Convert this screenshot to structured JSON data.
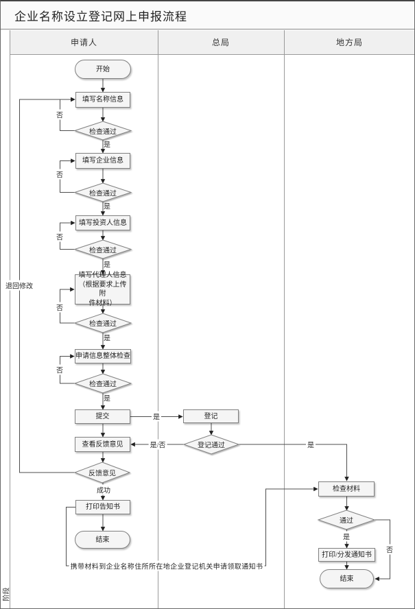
{
  "title": "企业名称设立登记网上申报流程",
  "stage_label": "阶段",
  "lanes": [
    {
      "label": "申请人"
    },
    {
      "label": "总局"
    },
    {
      "label": "地方局"
    }
  ],
  "nodes": {
    "start": {
      "label": "开始",
      "type": "terminator"
    },
    "fill_name": {
      "label": "填写名称信息",
      "type": "process"
    },
    "check_name": {
      "label": "检查通过",
      "type": "decision"
    },
    "fill_company": {
      "label": "填写企业信息",
      "type": "process"
    },
    "check_company": {
      "label": "检查通过",
      "type": "decision"
    },
    "fill_investor": {
      "label": "填写投资人信息",
      "type": "process"
    },
    "check_investor": {
      "label": "检查通过",
      "type": "decision"
    },
    "fill_agent": {
      "lines": [
        "填写代理人信息",
        "（根据要求上传附",
        "件材料）"
      ],
      "type": "process"
    },
    "check_agent": {
      "label": "检查通过",
      "type": "decision"
    },
    "overall_check": {
      "label": "申请信息整体检查",
      "type": "process"
    },
    "check_overall": {
      "label": "检查通过",
      "type": "decision"
    },
    "submit": {
      "label": "提交",
      "type": "process"
    },
    "view_feedback": {
      "label": "查看反馈意见",
      "type": "process"
    },
    "feedback": {
      "label": "反馈意见",
      "type": "decision"
    },
    "print_notice": {
      "label": "打印告知书",
      "type": "process"
    },
    "end_applicant": {
      "label": "结束",
      "type": "terminator"
    },
    "register": {
      "label": "登记",
      "type": "process"
    },
    "register_pass": {
      "label": "登记通过",
      "type": "decision"
    },
    "check_materials": {
      "label": "检查材料",
      "type": "process"
    },
    "pass": {
      "label": "通过",
      "type": "decision"
    },
    "print_distribute": {
      "label": "打印/分发通知书",
      "type": "process"
    },
    "end_local": {
      "label": "结束",
      "type": "terminator"
    }
  },
  "edge_labels": {
    "yes": "是",
    "no": "否",
    "yes_no": "是/否",
    "success": "成功",
    "return_modify": "退回修改",
    "note": "携带材料到企业名称住所所在地企业登记机关申请领取通知书"
  },
  "colors": {
    "line": "#4d4d4d",
    "shape_border": "#7f7f7f",
    "shape_fill": "#f5f5f5",
    "lane_border": "#999999",
    "header_bg": "#f0f0f0",
    "title_bg": "#fafafa"
  }
}
